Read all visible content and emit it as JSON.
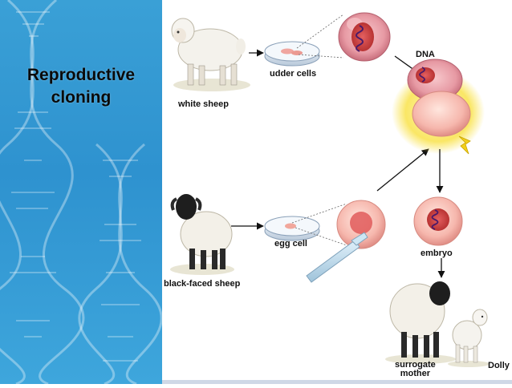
{
  "slide": {
    "title_line1": "Reproductive",
    "title_line2": "cloning"
  },
  "labels": {
    "white_sheep": "white sheep",
    "udder_cells": "udder cells",
    "dna": "DNA",
    "black_faced_sheep": "black-faced sheep",
    "egg_cell": "egg cell",
    "embryo": "embryo",
    "surrogate_line1": "surrogate",
    "surrogate_line2": "mother",
    "dolly": "Dolly"
  },
  "colors": {
    "panel_blue": "#2e92cf",
    "cell_pink": "#e8a0a8",
    "nucleus_red": "#c0392b",
    "spark_yellow": "#f5d21a"
  }
}
